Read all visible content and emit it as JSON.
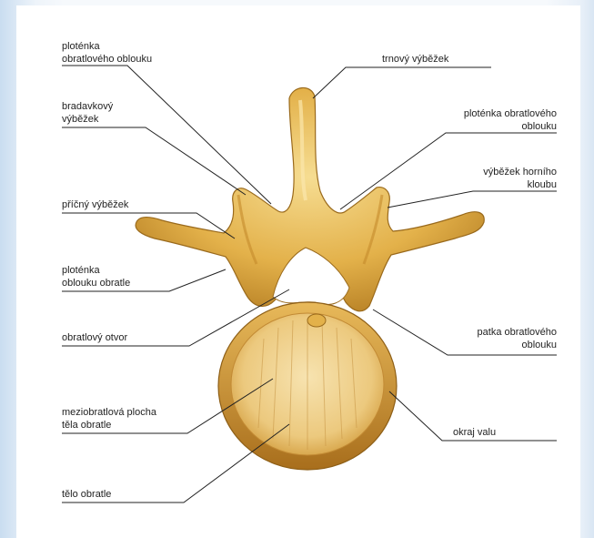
{
  "diagram": {
    "labels": {
      "lamina_left_top": "ploténka\nobratlového oblouku",
      "spinous_process": "trnový výběžek",
      "mammillary_process": "bradavkový\nvýběžek",
      "lamina_right": "ploténka obratlového\noblouku",
      "superior_articular_process": "výběžek horního\nkloubu",
      "transverse_process": "příčný výběžek",
      "lamina_left_lower": "ploténka\noblouku obratle",
      "vertebral_foramen": "obratlový otvor",
      "pedicle": "patka obratlového\noblouku",
      "intervertebral_surface": "meziobratlová plocha\ntěla obratle",
      "rim": "okraj valu",
      "vertebral_body": "tělo obratle"
    },
    "colors": {
      "bone": "#e3b14a",
      "bone_light": "#f4d888",
      "bone_dark": "#b07a22",
      "body_surface": "#f0d59a"
    }
  }
}
